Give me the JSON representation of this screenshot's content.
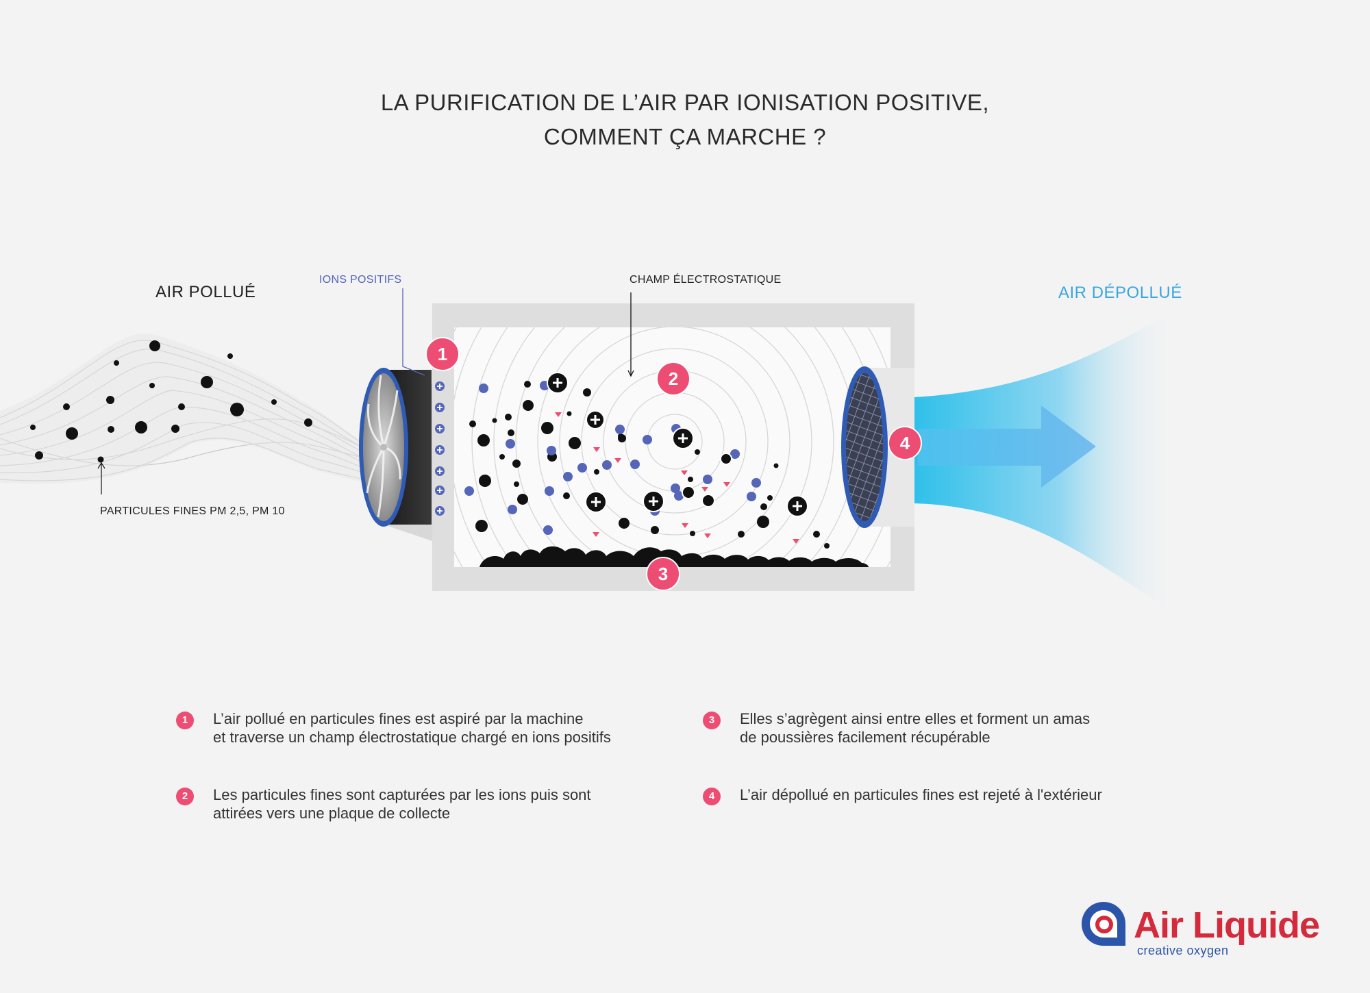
{
  "title": {
    "line1": "LA PURIFICATION DE L’AIR PAR IONISATION POSITIVE,",
    "line2": "COMMENT ÇA MARCHE ?"
  },
  "labels": {
    "air_pollue": "AIR POLLUÉ",
    "ions_positifs": "IONS POSITIFS",
    "champ": "CHAMP ÉLECTROSTATIQUE",
    "air_depollue": "AIR DÉPOLLUÉ",
    "particules": "PARTICULES FINES PM 2,5, PM 10"
  },
  "steps": [
    {
      "num": "1",
      "text_line1": "L’air pollué en particules fines est aspiré par la machine",
      "text_line2": "et traverse un champ électrostatique chargé en ions positifs"
    },
    {
      "num": "2",
      "text_line1": "Les particules fines sont capturées par les ions puis sont",
      "text_line2": "attirées vers une plaque de collecte"
    },
    {
      "num": "3",
      "text_line1": "Elles s’agrègent ainsi entre elles et forment un amas",
      "text_line2": "de poussières facilement récupérable"
    },
    {
      "num": "4",
      "text_line1": "L’air dépollué en particules fines est rejeté à l'extérieur",
      "text_line2": ""
    }
  ],
  "logo": {
    "name": "Air Liquide",
    "tagline": "creative oxygen"
  },
  "colors": {
    "accent_pink": "#ee4d73",
    "ion_blue": "#5565b8",
    "clean_air_blue": "#3aa6dd",
    "logo_red": "#d32a3c",
    "logo_blue": "#2c54a8"
  }
}
